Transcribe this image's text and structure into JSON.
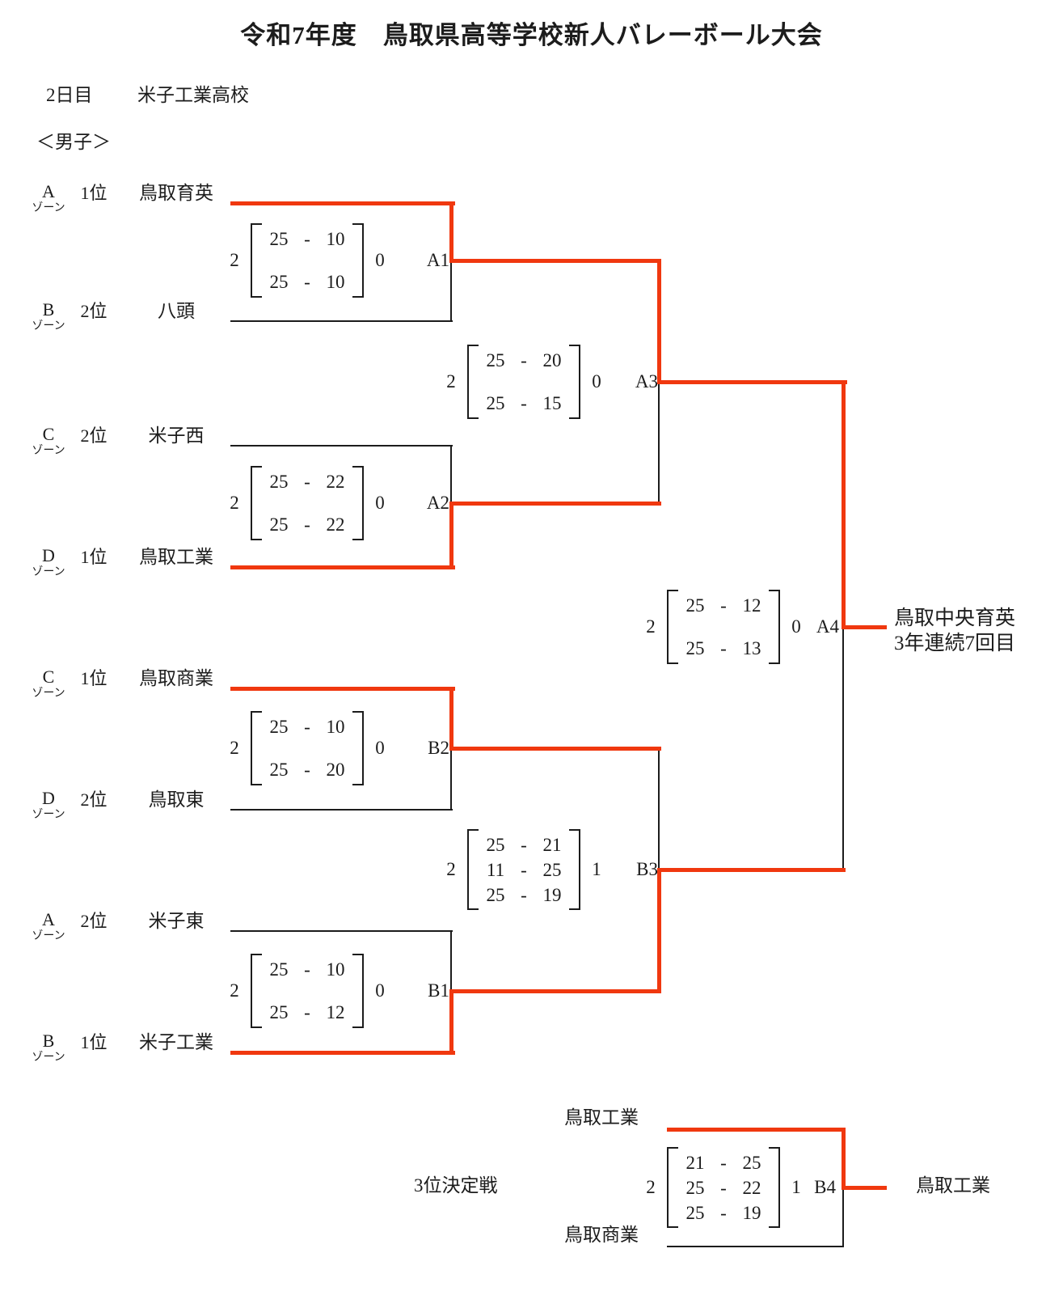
{
  "title": "令和7年度　鳥取県高等学校新人バレーボール大会",
  "meta": {
    "day": "2日目",
    "venue": "米子工業高校",
    "division": "＜男子＞"
  },
  "sep": "-",
  "zone_suffix": "ゾーン",
  "colors": {
    "accent": "#f0380f",
    "line": "#1c1c1c"
  },
  "entries": [
    {
      "zone": "A",
      "rank": "1位",
      "name": "鳥取育英"
    },
    {
      "zone": "B",
      "rank": "2位",
      "name": "八頭"
    },
    {
      "zone": "C",
      "rank": "2位",
      "name": "米子西"
    },
    {
      "zone": "D",
      "rank": "1位",
      "name": "鳥取工業"
    },
    {
      "zone": "C",
      "rank": "1位",
      "name": "鳥取商業"
    },
    {
      "zone": "D",
      "rank": "2位",
      "name": "鳥取東"
    },
    {
      "zone": "A",
      "rank": "2位",
      "name": "米子東"
    },
    {
      "zone": "B",
      "rank": "1位",
      "name": "米子工業"
    }
  ],
  "matches": {
    "A1": {
      "label": "A1",
      "score_left": "2",
      "score_right": "0",
      "sets": [
        [
          "25",
          "10"
        ],
        [
          "25",
          "10"
        ]
      ]
    },
    "A2": {
      "label": "A2",
      "score_left": "2",
      "score_right": "0",
      "sets": [
        [
          "25",
          "22"
        ],
        [
          "25",
          "22"
        ]
      ]
    },
    "A3": {
      "label": "A3",
      "score_left": "2",
      "score_right": "0",
      "sets": [
        [
          "25",
          "20"
        ],
        [
          "25",
          "15"
        ]
      ]
    },
    "A4": {
      "label": "A4",
      "score_left": "2",
      "score_right": "0",
      "sets": [
        [
          "25",
          "12"
        ],
        [
          "25",
          "13"
        ]
      ]
    },
    "B1": {
      "label": "B1",
      "score_left": "2",
      "score_right": "0",
      "sets": [
        [
          "25",
          "10"
        ],
        [
          "25",
          "12"
        ]
      ]
    },
    "B2": {
      "label": "B2",
      "score_left": "2",
      "score_right": "0",
      "sets": [
        [
          "25",
          "10"
        ],
        [
          "25",
          "20"
        ]
      ]
    },
    "B3": {
      "label": "B3",
      "score_left": "2",
      "score_right": "1",
      "sets": [
        [
          "25",
          "21"
        ],
        [
          "11",
          "25"
        ],
        [
          "25",
          "19"
        ]
      ]
    },
    "B4": {
      "label": "B4",
      "score_left": "2",
      "score_right": "1",
      "sets": [
        [
          "21",
          "25"
        ],
        [
          "25",
          "22"
        ],
        [
          "25",
          "19"
        ]
      ]
    }
  },
  "champion": {
    "name": "鳥取中央育英",
    "note": "3年連続7回目"
  },
  "third_place": {
    "label": "3位決定戦",
    "team_top": "鳥取工業",
    "team_bottom": "鳥取商業",
    "winner": "鳥取工業"
  }
}
